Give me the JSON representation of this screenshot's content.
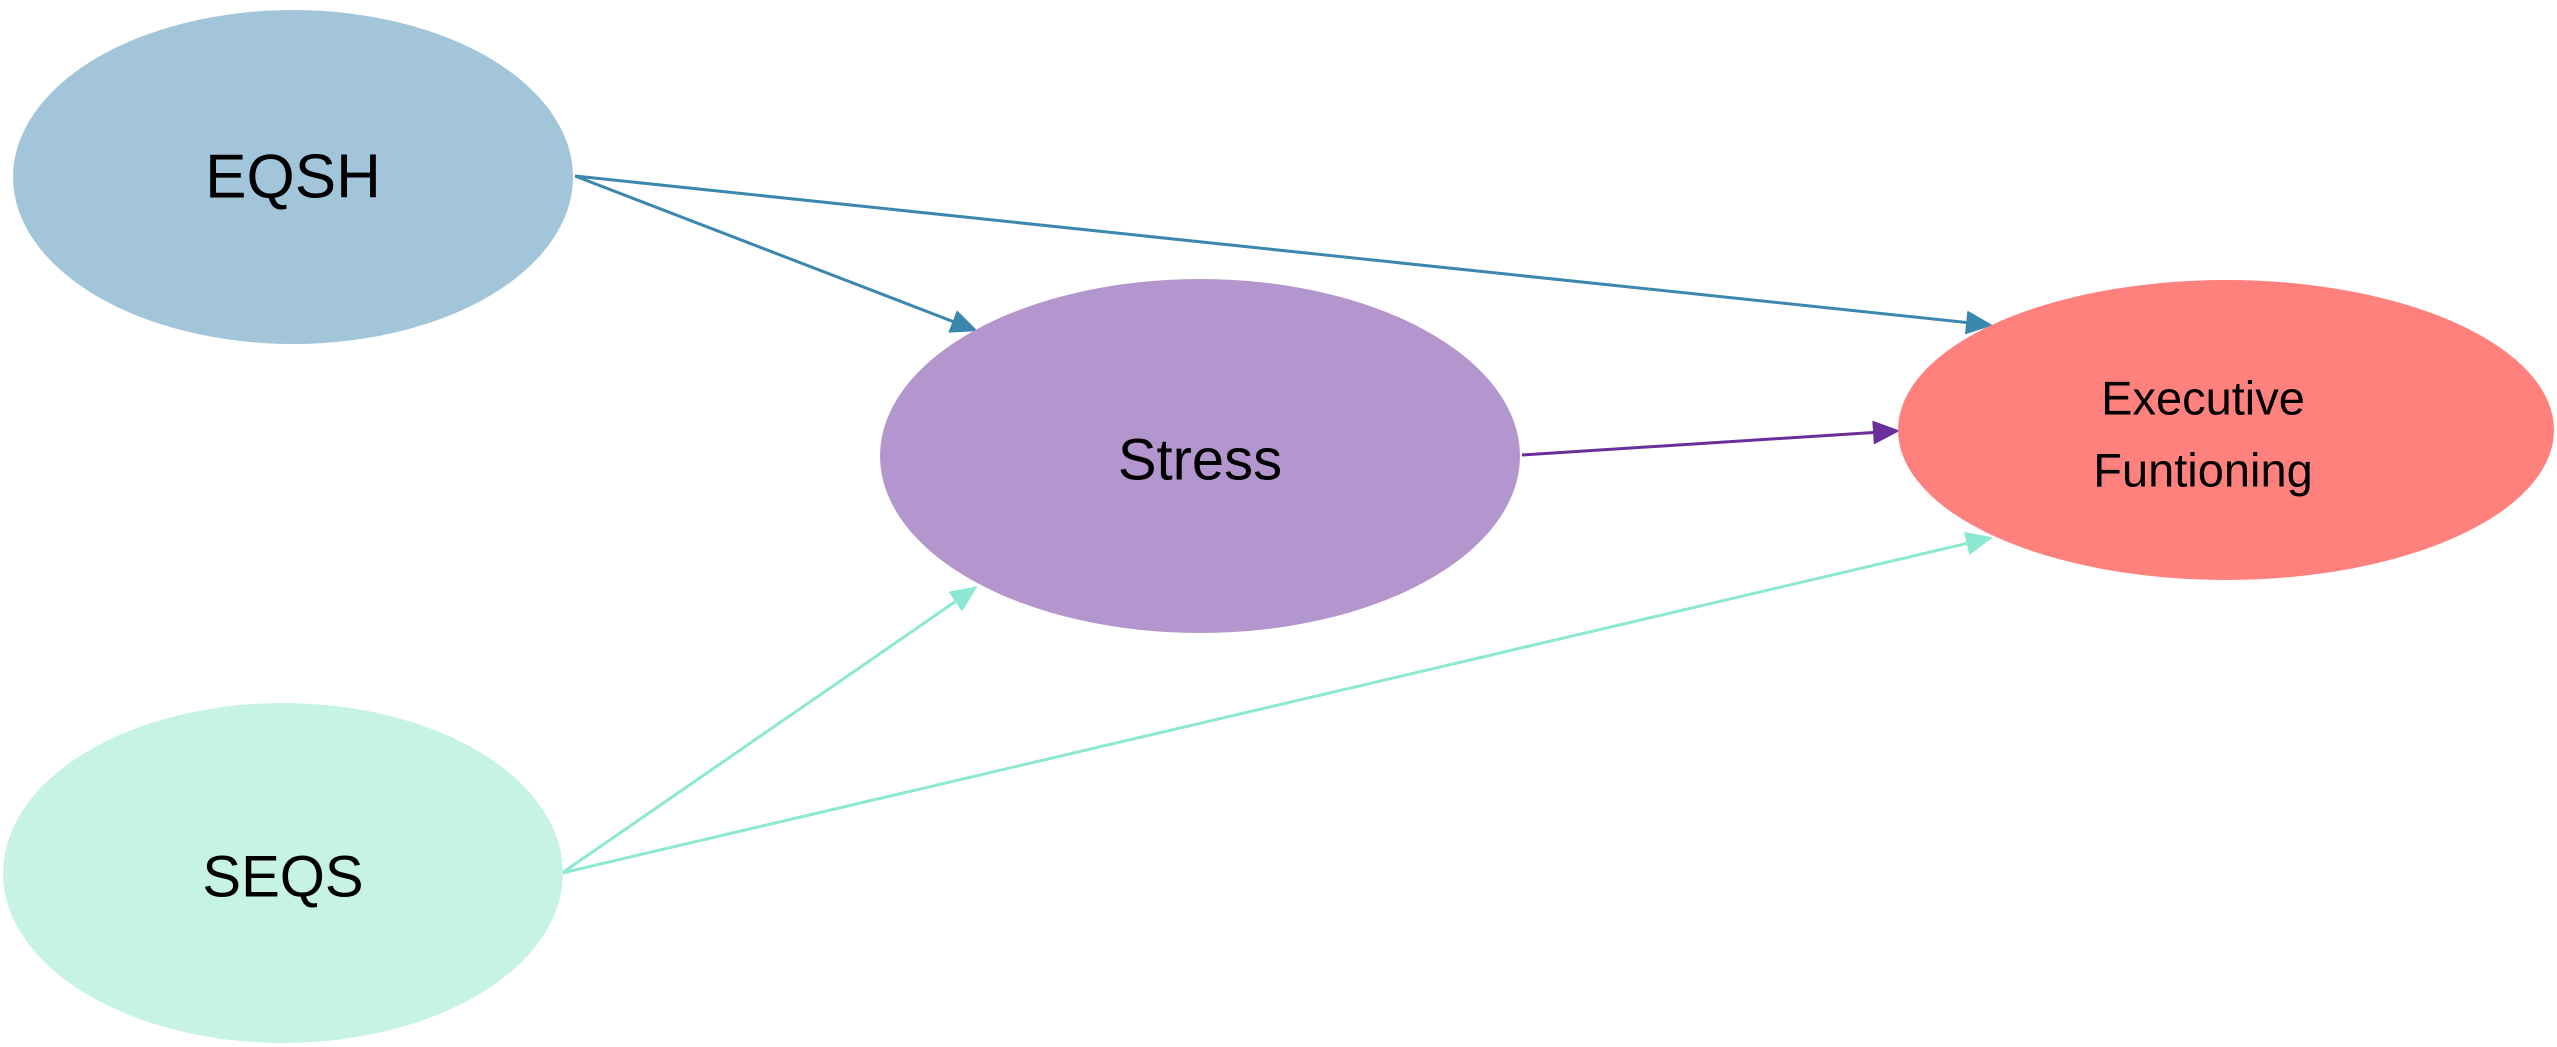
{
  "diagram": {
    "nodes": {
      "eqsh": {
        "label": "EQSH",
        "fill": "#a3c5da"
      },
      "stress": {
        "label": "Stress",
        "fill": "#b496ce"
      },
      "executive": {
        "line1": "Executive",
        "line2": "Funtioning",
        "fill": "#fe817d"
      },
      "seqs": {
        "label": "SEQS",
        "fill": "#c7f3e6"
      }
    },
    "edges": [
      {
        "from": "EQSH",
        "to": "Stress",
        "color": "#3c87ae"
      },
      {
        "from": "EQSH",
        "to": "Executive Funtioning",
        "color": "#3c87ae"
      },
      {
        "from": "Stress",
        "to": "Executive Funtioning",
        "color": "#6a2f9b"
      },
      {
        "from": "SEQS",
        "to": "Stress",
        "color": "#8ce8d0"
      },
      {
        "from": "SEQS",
        "to": "Executive Funtioning",
        "color": "#8ce8d0"
      }
    ]
  }
}
